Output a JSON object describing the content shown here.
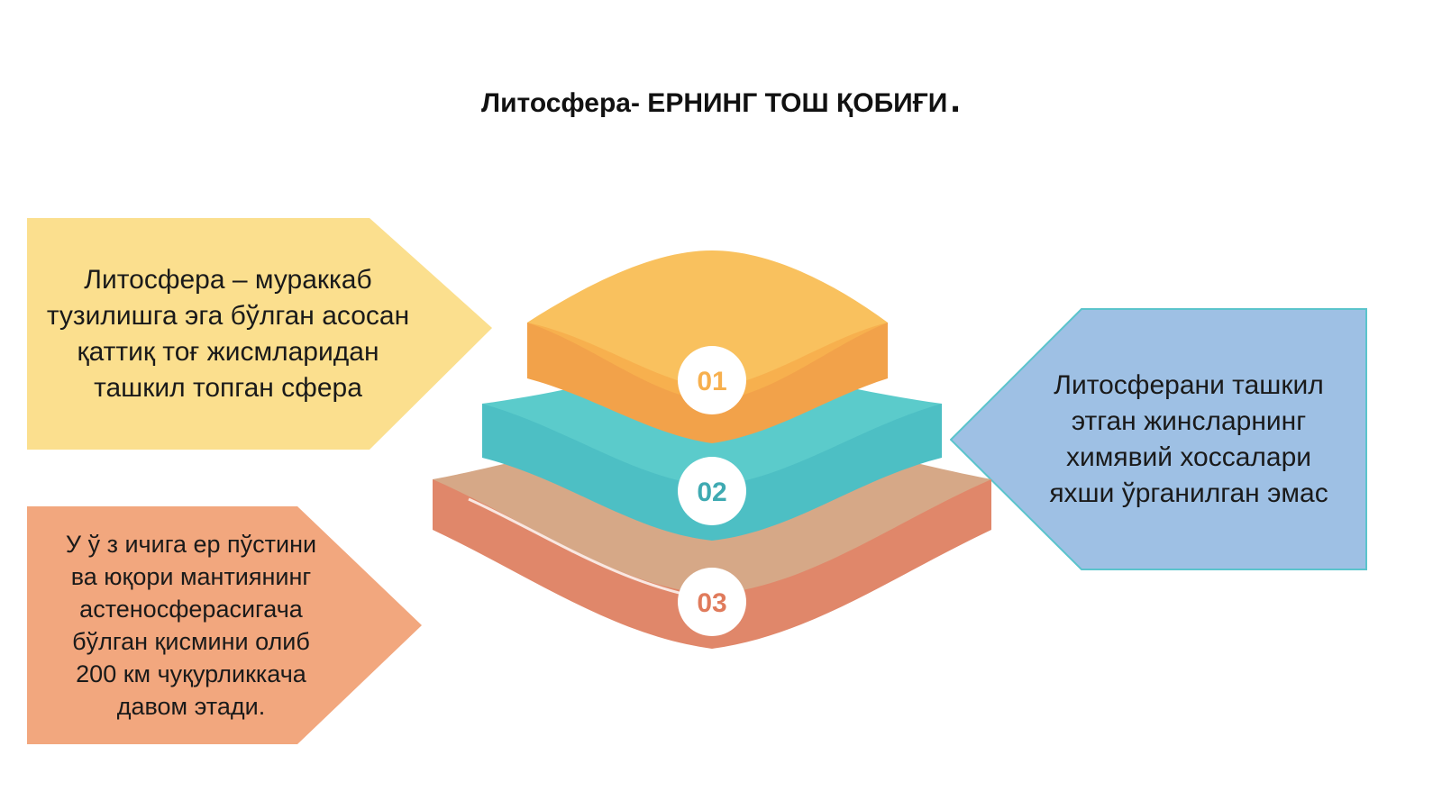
{
  "title": "Литосфера- ЕРНИНГ ТОШ ҚОБИҒИ",
  "title_dot": ".",
  "callouts": {
    "top_left": "Литосфера – мураккаб\nтузилишга эга бўлган асосан\nқаттиқ тоғ жисмларидан\nташкил топган сфера",
    "bottom_left": "У ў з  ичига ер пўстини\nва юқори мантиянинг\nастеносферасигача\nбўлган қисмини олиб\n200 км чуқурликкача\nдавом этади.",
    "right": "Литосферани ташкил\nэтган жинсларнинг\nхимявий хоссалари\nяхши ўрганилган эмас"
  },
  "layers": [
    {
      "label": "01",
      "color": "#F7B04E"
    },
    {
      "label": "02",
      "color": "#4DBFC4"
    },
    {
      "label": "03",
      "color": "#E0876A"
    }
  ],
  "colors": {
    "callout_yellow": "#FBDF8E",
    "callout_orange": "#F2A77E",
    "callout_blue": "#9EC0E4",
    "callout_blue_border": "#5BC4CC"
  }
}
